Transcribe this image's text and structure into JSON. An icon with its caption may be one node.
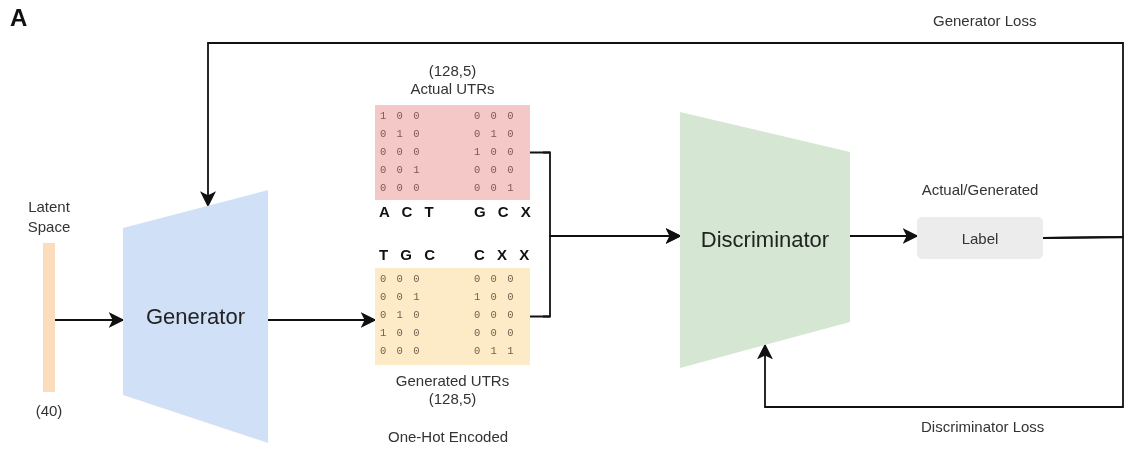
{
  "diagram": {
    "nodes": [
      {
        "text": [
          "Latent Space"
        ],
        "beside": [
          "(40)"
        ]
      },
      {
        "text": [
          "Generator"
        ]
      },
      {
        "text": [
          "(128,5)",
          "Actual UTRs",
          "1 0 0",
          "0 0 0",
          "0 1 0",
          "0 1 0",
          "0 0 0",
          "1 0 0",
          "0 0 1",
          "0 0 0",
          "0 0 0",
          "0 0 1",
          "A C T",
          "G C X"
        ]
      },
      {
        "text": [
          "T G C",
          "C X X",
          "0 0 0",
          "0 0 0",
          "0 0 1",
          "1 0 0",
          "0 1 0",
          "0 0 0",
          "1 0 0",
          "0 0 0",
          "0 0 0",
          "0 1 1",
          "Generated UTRs",
          "(128,5)"
        ]
      },
      {
        "text": [
          "Discriminator"
        ]
      },
      {
        "text": [
          "Actual/Generated",
          "Label"
        ]
      }
    ],
    "edges": [
      {
        "from": 0,
        "to": 1,
        "arrow": "to"
      },
      {
        "from": 1,
        "to": 3,
        "arrow": "to"
      },
      {
        "from": 2,
        "to": 4,
        "arrow": "to"
      },
      {
        "from": 3,
        "to": 4,
        "arrow": "to"
      },
      {
        "from": 4,
        "to": 5,
        "arrow": "to"
      },
      {
        "from": 5,
        "to": 1,
        "arrow": "to",
        "label": "Generator Loss"
      },
      {
        "from": 5,
        "to": 4,
        "arrow": "to",
        "label": "Discriminator Loss"
      }
    ],
    "labels": [
      "A",
      "One-Hot Encoded"
    ]
  }
}
